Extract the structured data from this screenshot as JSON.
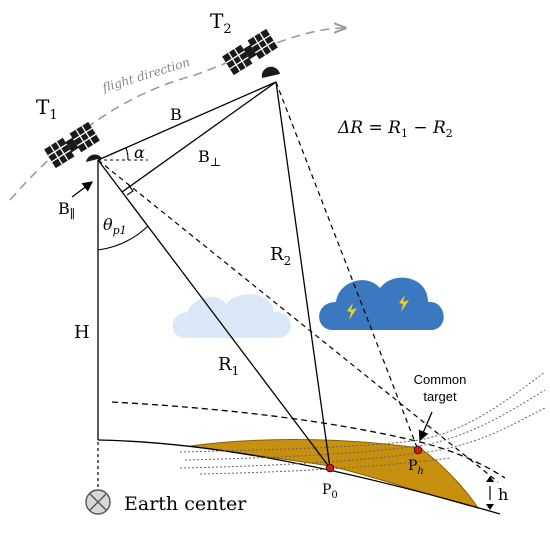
{
  "labels": {
    "t1_main": "T",
    "t1_sub": "1",
    "t2_main": "T",
    "t2_sub": "2",
    "flight_direction": "flight direction",
    "baseline": "B",
    "b_perp_main": "B",
    "b_perp_sub": "⊥",
    "b_par_main": "B",
    "b_par_sub": "∥",
    "alpha": "α",
    "theta_main": "θ",
    "theta_sub": "p1",
    "delta_r": "ΔR = R",
    "delta_r_sub1": "1",
    "delta_r_mid": " − R",
    "delta_r_sub2": "2",
    "r1_main": "R",
    "r1_sub": "1",
    "r2_main": "R",
    "r2_sub": "2",
    "height_H": "H",
    "common_target_line1": "Common",
    "common_target_line2": "target",
    "p0_main": "P",
    "p0_sub": "0",
    "ph_main": "P",
    "ph_sub": "h",
    "height_h": "h",
    "earth_center": "Earth center"
  },
  "colors": {
    "terrain": "#c8900f",
    "terrain_stroke": "#8a6000",
    "cloud_light": "#d9e8f6",
    "cloud_dark": "#3a78bf",
    "lightning": "#f3d21c",
    "point": "#c0221b",
    "flight_path": "#9a9a9a",
    "satellite_body": "#1a1a1a"
  },
  "icons": {
    "satellite": "satellite-icon",
    "earth_center": "circle-cross-icon",
    "cloud": "cloud-icon",
    "storm_cloud": "storm-cloud-icon",
    "lightning": "lightning-icon"
  }
}
